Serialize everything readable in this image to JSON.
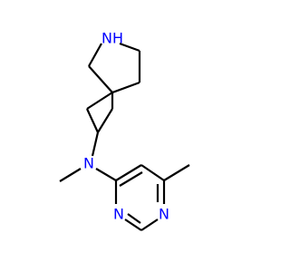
{
  "structure": {
    "atoms": {
      "amine_n": {
        "text": "N",
        "color": "#0000ff"
      },
      "spiro_nh": {
        "text": "NH",
        "color": "#0000ff"
      },
      "pyrimidine_n1": {
        "text": "N",
        "color": "#0000ff"
      },
      "pyrimidine_n3": {
        "text": "N",
        "color": "#0000ff"
      }
    },
    "bond_color": "#000000"
  }
}
